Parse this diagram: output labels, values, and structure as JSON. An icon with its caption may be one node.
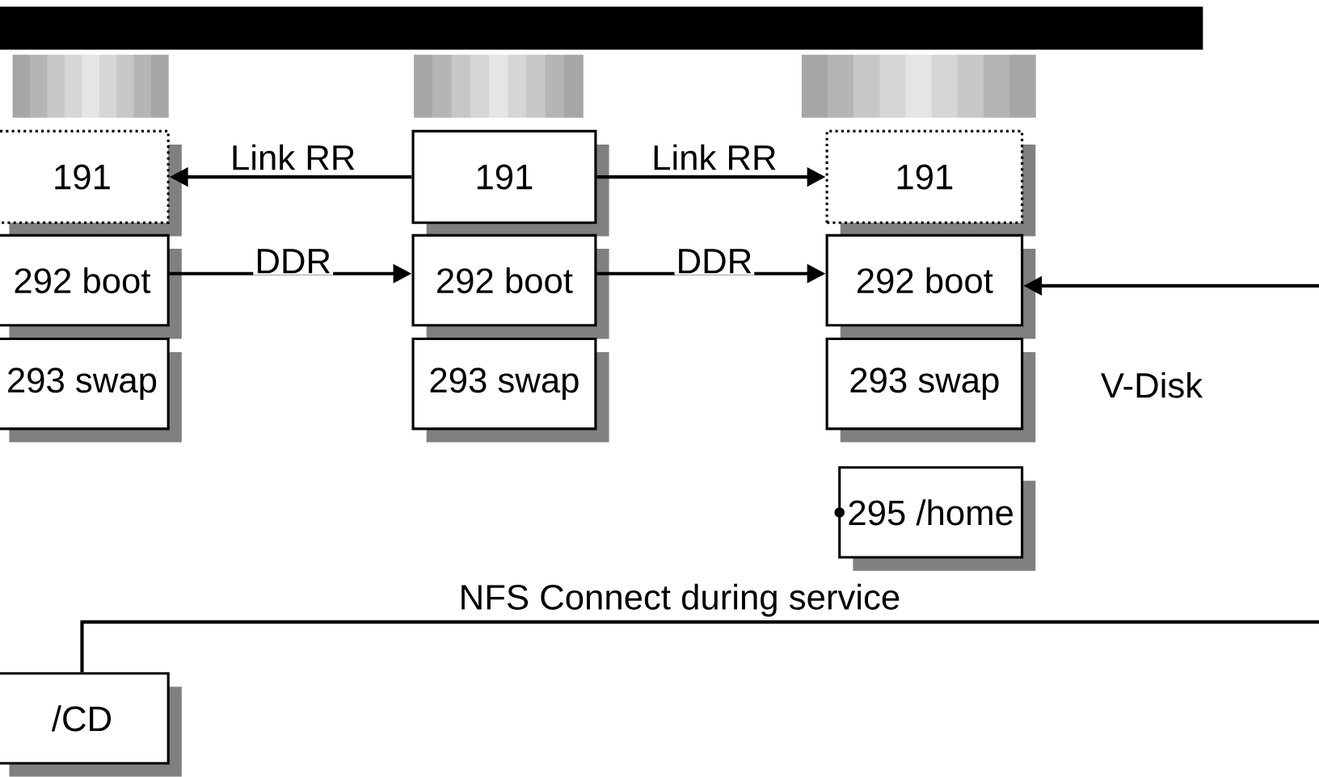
{
  "diagram": {
    "nodes": [
      {
        "text": [
          "191"
        ]
      },
      {
        "text": [
          "292 boot"
        ]
      },
      {
        "text": [
          "293 swap"
        ]
      },
      {
        "text": [
          "191"
        ]
      },
      {
        "text": [
          "292 boot"
        ]
      },
      {
        "text": [
          "293 swap"
        ]
      },
      {
        "text": [
          "191"
        ]
      },
      {
        "text": [
          "292 boot"
        ]
      },
      {
        "text": [
          "293 swap"
        ]
      },
      {
        "text": [
          "295 /home"
        ]
      },
      {
        "text": [
          "/CD"
        ]
      }
    ],
    "edges": [
      {
        "from": 3,
        "to": 0,
        "arrow": "to",
        "label": "Link RR"
      },
      {
        "from": 3,
        "to": 6,
        "arrow": "to",
        "label": "Link RR"
      },
      {
        "from": 1,
        "to": 4,
        "arrow": "to",
        "label": "DDR"
      },
      {
        "from": 4,
        "to": 7,
        "arrow": "to",
        "label": "DDR"
      },
      {
        "from": null,
        "to": 7,
        "arrow": "to"
      },
      {
        "from": 10,
        "to": null,
        "arrow": "none",
        "label": "NFS Connect during service"
      }
    ],
    "labels": [
      "V-Disk"
    ]
  }
}
